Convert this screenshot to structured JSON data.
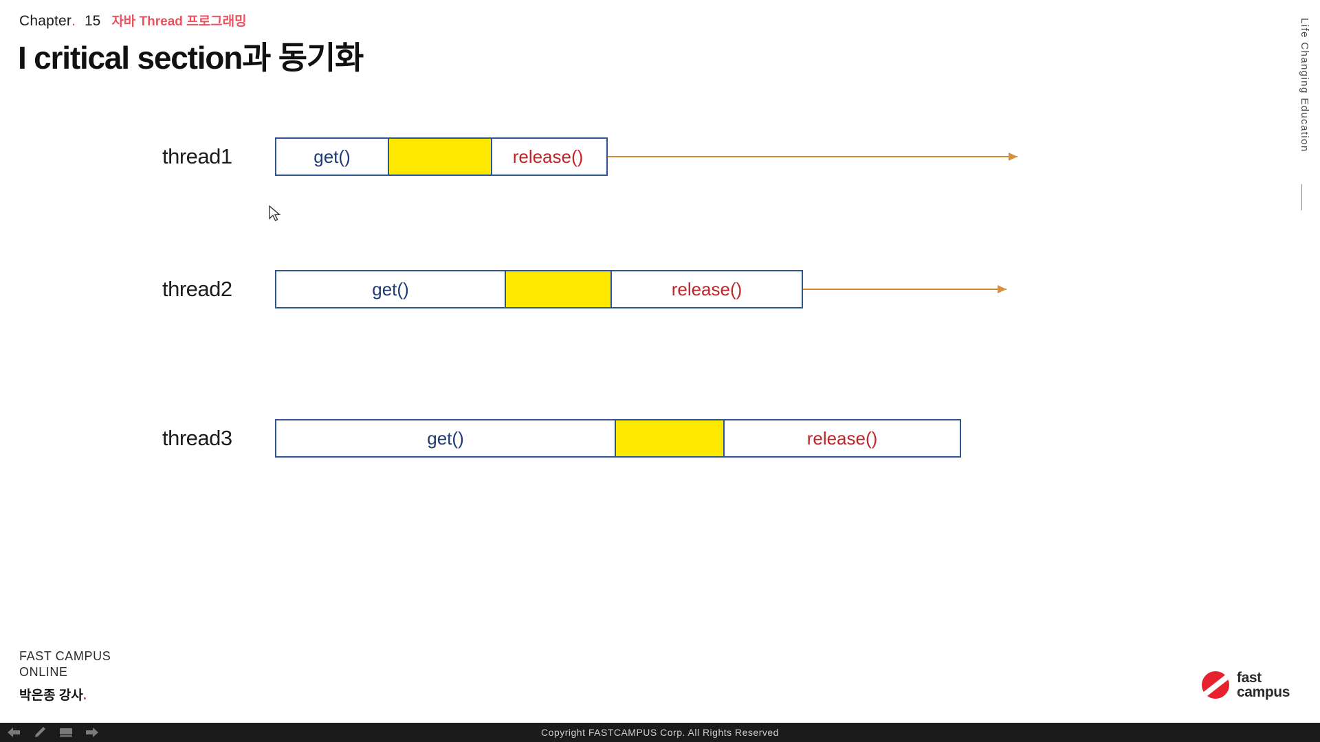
{
  "header": {
    "chapter_word": "Chapter",
    "chapter_dot": ".",
    "chapter_number": "15",
    "chapter_topic": "자바 Thread 프로그래밍",
    "title": "I critical section과 동기화"
  },
  "tagline": "Life Changing Education",
  "diagram": {
    "threads": [
      {
        "label": "thread1",
        "segments": [
          {
            "name": "get",
            "text": "get()"
          },
          {
            "name": "critical-section",
            "text": ""
          },
          {
            "name": "release",
            "text": "release()"
          }
        ],
        "has_arrow": true
      },
      {
        "label": "thread2",
        "segments": [
          {
            "name": "get",
            "text": "get()"
          },
          {
            "name": "critical-section",
            "text": ""
          },
          {
            "name": "release",
            "text": "release()"
          }
        ],
        "has_arrow": true
      },
      {
        "label": "thread3",
        "segments": [
          {
            "name": "get",
            "text": "get()"
          },
          {
            "name": "critical-section",
            "text": ""
          },
          {
            "name": "release",
            "text": "release()"
          }
        ],
        "has_arrow": false
      }
    ],
    "colors": {
      "box_border": "#2e5590",
      "critical_section_fill": "#ffe800",
      "get_text": "#1f3b73",
      "release_text": "#c0252b",
      "arrow": "#d08a32"
    }
  },
  "footer": {
    "brand_line1": "FAST  CAMPUS",
    "brand_line2": "ONLINE",
    "instructor": "박은종 강사",
    "instructor_dot": ".",
    "logo_top": "fast",
    "logo_bottom": "campus",
    "copyright": "Copyright  FASTCAMPUS  Corp. All  Rights  Reserved"
  },
  "toolbar": {
    "items": [
      {
        "name": "previous-slide-icon"
      },
      {
        "name": "pen-tool-icon"
      },
      {
        "name": "screen-icon"
      },
      {
        "name": "next-slide-icon"
      }
    ]
  }
}
